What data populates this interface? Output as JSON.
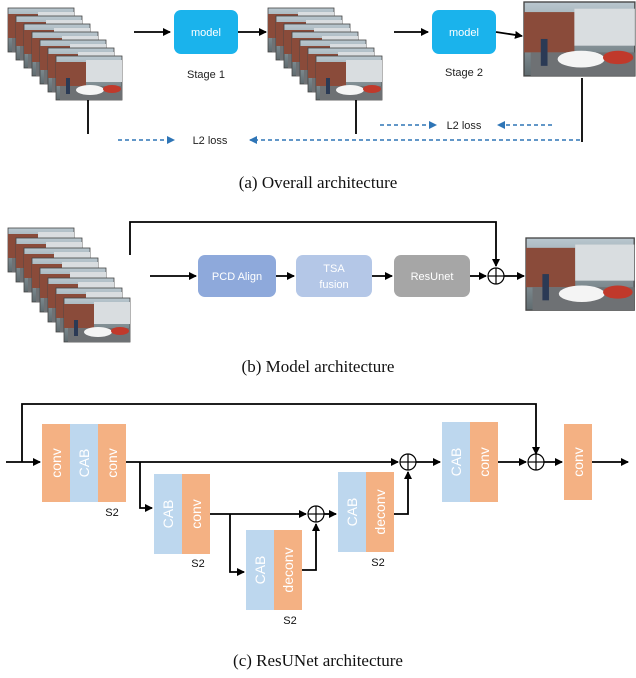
{
  "overall": {
    "model_label": "model",
    "stage1_label": "Stage 1",
    "stage2_label": "Stage 2",
    "loss_left": "L2 loss",
    "loss_right": "L2 loss",
    "caption": "(a)  Overall architecture"
  },
  "model_arch": {
    "pcd_label": "PCD Align",
    "tsa_line1": "TSA",
    "tsa_line2": "fusion",
    "resunet_label": "ResUnet",
    "caption": "(b)  Model architecture"
  },
  "resunet": {
    "conv_label": "conv",
    "cab_label": "CAB",
    "deconv_label": "deconv",
    "s2_label": "S2",
    "caption": "(c)  ResUNet architecture"
  },
  "colors": {
    "model_box": "#1ab3ec",
    "pcd": "#8ea9db",
    "tsa": "#b4c7e7",
    "resunet": "#a6a6a6",
    "conv": "#f4b183",
    "cab": "#bdd7ee",
    "loss_arrow": "#2e75b6"
  }
}
